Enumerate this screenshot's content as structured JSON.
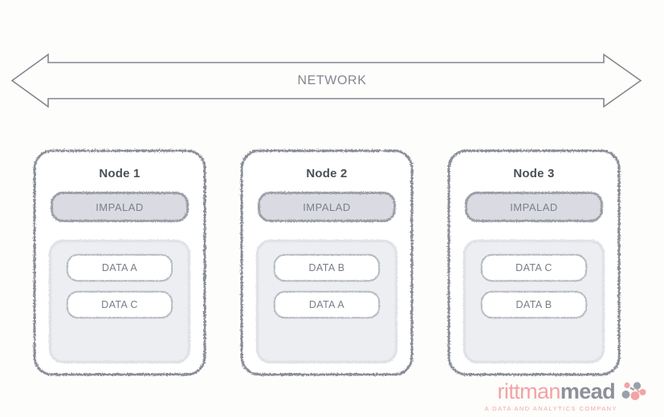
{
  "diagram": {
    "network": {
      "label": "NETWORK",
      "icon": "double-headed-arrow-icon",
      "stroke_color": "#83878f"
    },
    "nodes": [
      {
        "title": "Node 1",
        "service": "IMPALAD",
        "data_blocks": [
          "DATA A",
          "DATA C"
        ]
      },
      {
        "title": "Node 2",
        "service": "IMPALAD",
        "data_blocks": [
          "DATA B",
          "DATA A"
        ]
      },
      {
        "title": "Node 3",
        "service": "IMPALAD",
        "data_blocks": [
          "DATA C",
          "DATA B"
        ]
      }
    ]
  },
  "logo": {
    "word_primary": "rittman",
    "word_secondary": "mead",
    "tagline": "A DATA AND ANALYTICS COMPANY",
    "primary_color": "#f3a3a3",
    "secondary_color": "#8c9099"
  },
  "colors": {
    "background": "#fdfdfc",
    "node_border": "#8a8e96",
    "impalad_fill": "#d9dae2",
    "impalad_border": "#9a9ea6",
    "storage_fill": "#eceef1",
    "storage_border": "#dfe2e6",
    "data_fill": "#ffffff",
    "data_border": "#b6bac1",
    "title_color": "#4a5058",
    "label_color": "#7c808a"
  }
}
